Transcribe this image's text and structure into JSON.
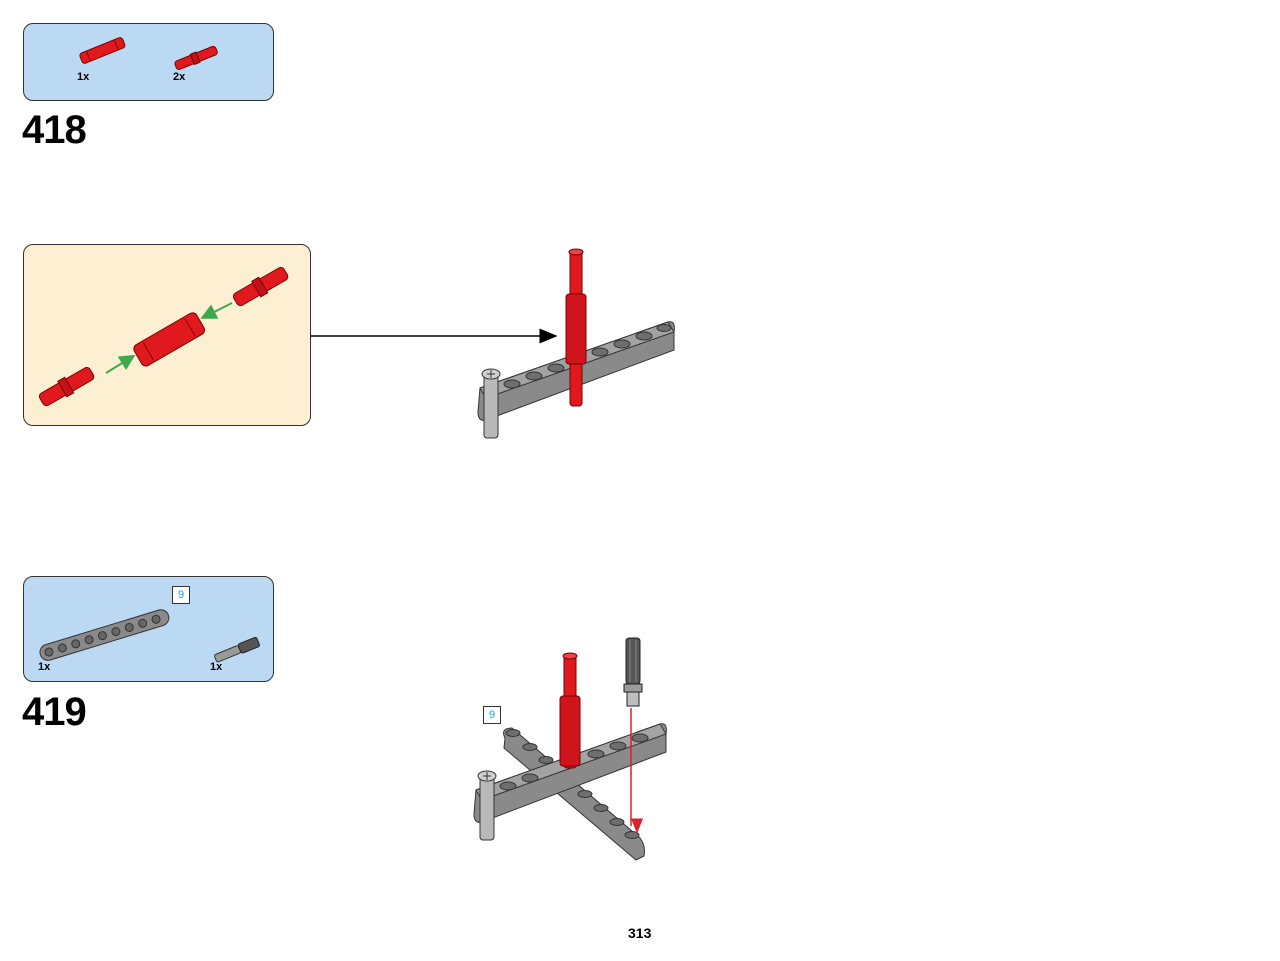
{
  "steps": [
    {
      "number": "418",
      "parts": [
        {
          "qty": "1x",
          "part": "red-axle-connector"
        },
        {
          "qty": "2x",
          "part": "red-axle-pin"
        }
      ]
    },
    {
      "number": "419",
      "parts": [
        {
          "qty": "1x",
          "part": "gray-beam-9",
          "length_badge": "9"
        },
        {
          "qty": "1x",
          "part": "gray-pin"
        }
      ],
      "callout_length_badge": "9"
    }
  ],
  "page_number": "313",
  "colors": {
    "parts_box": "#bcd9f3",
    "subassembly_box": "#fdf0d2",
    "brick_red": "#e0191f",
    "beam_gray": "#8a8a8a",
    "arrow_green": "#3fa84d",
    "arrow_red": "#d9222a"
  }
}
